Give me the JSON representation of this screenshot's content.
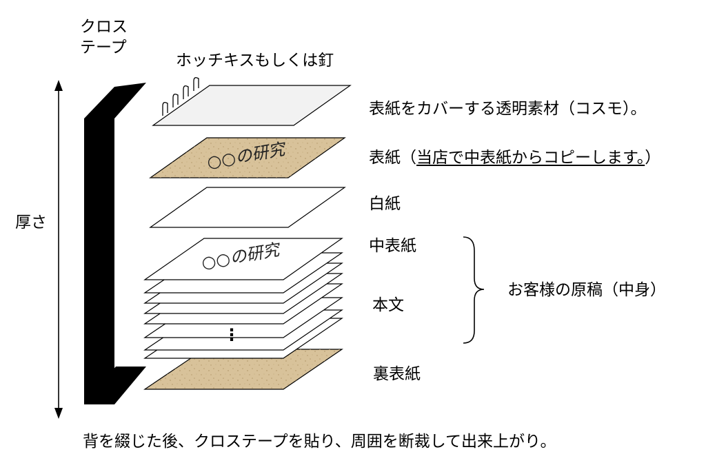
{
  "labels": {
    "cloth_tape_line1": "クロス",
    "cloth_tape_line2": "テープ",
    "staple": "ホッチキスもしくは釘",
    "thickness": "厚さ",
    "transparent_cover": "表紙をカバーする透明素材（コスモ）。",
    "front_cover_prefix": "表紙（",
    "front_cover_underlined": "当店で中表紙からコピーします。",
    "front_cover_suffix": "）",
    "white_paper": "白紙",
    "inner_cover": "中表紙",
    "body_text": "本文",
    "back_cover": "裏表紙",
    "manuscript": "お客様の原稿（中身）",
    "caption": "背を綴じた後、クロステープを貼り、周囲を断裁して出来上がり。"
  },
  "sheet_text": {
    "front_cover_title": "○○の研究",
    "inner_cover_title": "○○の研究",
    "ellipsis": "⋮"
  },
  "colors": {
    "kraft": "#d8c29a",
    "line": "#000000",
    "spine": "#000000",
    "sheet": "#ffffff"
  }
}
